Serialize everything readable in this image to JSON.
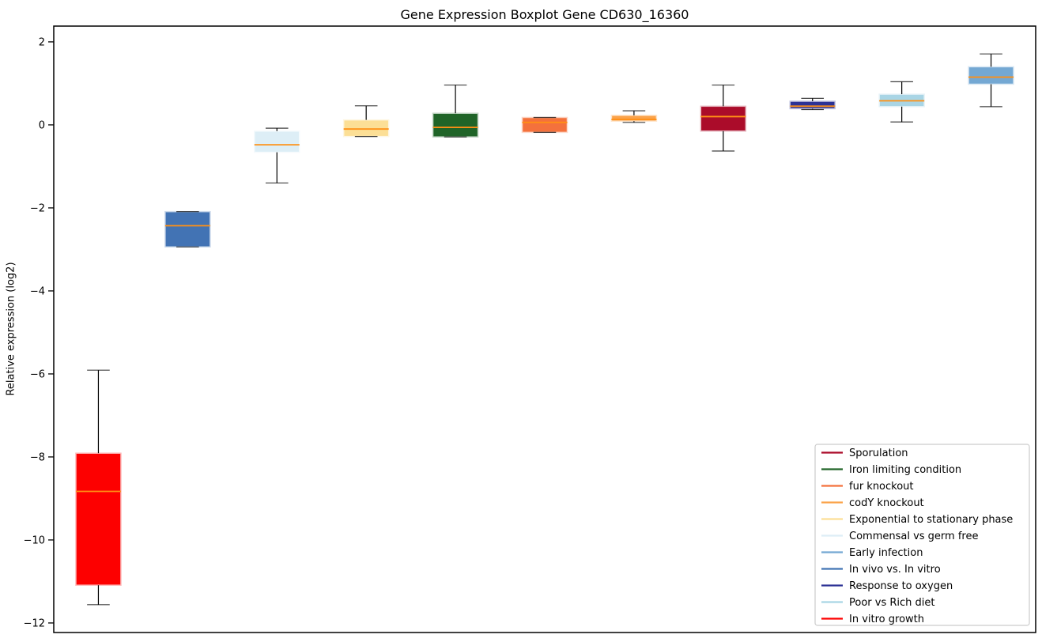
{
  "chart_data": {
    "type": "boxplot",
    "title": "Gene Expression Boxplot Gene CD630_16360",
    "ylabel": "Relative expression (log2)",
    "xlabel": "",
    "ylim": [
      -12.23,
      2.38
    ],
    "grid": false,
    "x_tick_labels": [],
    "yticks": [
      {
        "value": 2,
        "label": "2"
      },
      {
        "value": 0,
        "label": "0"
      },
      {
        "value": -2,
        "label": "−2"
      },
      {
        "value": -4,
        "label": "−4"
      },
      {
        "value": -6,
        "label": "−6"
      },
      {
        "value": -8,
        "label": "−8"
      },
      {
        "value": -10,
        "label": "−10"
      },
      {
        "value": -12,
        "label": "−12"
      }
    ],
    "series": [
      {
        "name": "In vitro growth",
        "color": "#fd0000",
        "whisker_low": -11.56,
        "q1": -11.09,
        "median": -8.83,
        "q3": -7.91,
        "whisker_high": -5.91
      },
      {
        "name": "In vivo vs. In vitro",
        "color": "#4273b4",
        "whisker_low": -2.94,
        "q1": -2.94,
        "median": -2.43,
        "q3": -2.09,
        "whisker_high": -2.09
      },
      {
        "name": "Commensal vs germ free",
        "color": "#ddeef6",
        "whisker_low": -1.4,
        "q1": -0.66,
        "median": -0.48,
        "q3": -0.15,
        "whisker_high": -0.08
      },
      {
        "name": "Exponential to stationary phase",
        "color": "#fcdf96",
        "whisker_low": -0.28,
        "q1": -0.28,
        "median": -0.1,
        "q3": 0.12,
        "whisker_high": 0.46
      },
      {
        "name": "Iron limiting condition",
        "color": "#206428",
        "whisker_low": -0.29,
        "q1": -0.29,
        "median": -0.06,
        "q3": 0.28,
        "whisker_high": 0.96
      },
      {
        "name": "fur knockout",
        "color": "#f4713c",
        "whisker_low": -0.18,
        "q1": -0.18,
        "median": 0.06,
        "q3": 0.18,
        "whisker_high": 0.18
      },
      {
        "name": "codY knockout",
        "color": "#fba34a",
        "whisker_low": 0.06,
        "q1": 0.09,
        "median": 0.13,
        "q3": 0.23,
        "whisker_high": 0.34
      },
      {
        "name": "Sporulation",
        "color": "#ab0c2a",
        "whisker_low": -0.63,
        "q1": -0.15,
        "median": 0.2,
        "q3": 0.45,
        "whisker_high": 0.96
      },
      {
        "name": "Response to oxygen",
        "color": "#2c3295",
        "whisker_low": 0.37,
        "q1": 0.39,
        "median": 0.45,
        "q3": 0.57,
        "whisker_high": 0.64
      },
      {
        "name": "Poor vs Rich diet",
        "color": "#a9d5e5",
        "whisker_low": 0.07,
        "q1": 0.44,
        "median": 0.58,
        "q3": 0.74,
        "whisker_high": 1.04
      },
      {
        "name": "Early infection",
        "color": "#74a8d3",
        "whisker_low": 0.44,
        "q1": 0.98,
        "median": 1.15,
        "q3": 1.4,
        "whisker_high": 1.71
      }
    ],
    "legend": {
      "position": "lower right",
      "border_color": "#cccccc",
      "background": "#ffffff",
      "items": [
        {
          "label": "Sporulation",
          "color": "#ab0c2a"
        },
        {
          "label": "Iron limiting condition",
          "color": "#206428"
        },
        {
          "label": "fur knockout",
          "color": "#f4713c"
        },
        {
          "label": "codY knockout",
          "color": "#fba34a"
        },
        {
          "label": "Exponential to stationary phase",
          "color": "#fcdf96"
        },
        {
          "label": "Commensal vs germ free",
          "color": "#ddeef6"
        },
        {
          "label": "Early infection",
          "color": "#74a8d3"
        },
        {
          "label": "In vivo vs. In vitro",
          "color": "#4273b4"
        },
        {
          "label": "Response to oxygen",
          "color": "#2c3295"
        },
        {
          "label": "Poor vs Rich diet",
          "color": "#a9d5e5"
        },
        {
          "label": "In vitro growth",
          "color": "#fd0000"
        }
      ]
    },
    "style": {
      "median_color": "#ff9015",
      "whisker_color": "#000000",
      "spine_color": "#000000",
      "tick_label_color": "#000000"
    }
  }
}
